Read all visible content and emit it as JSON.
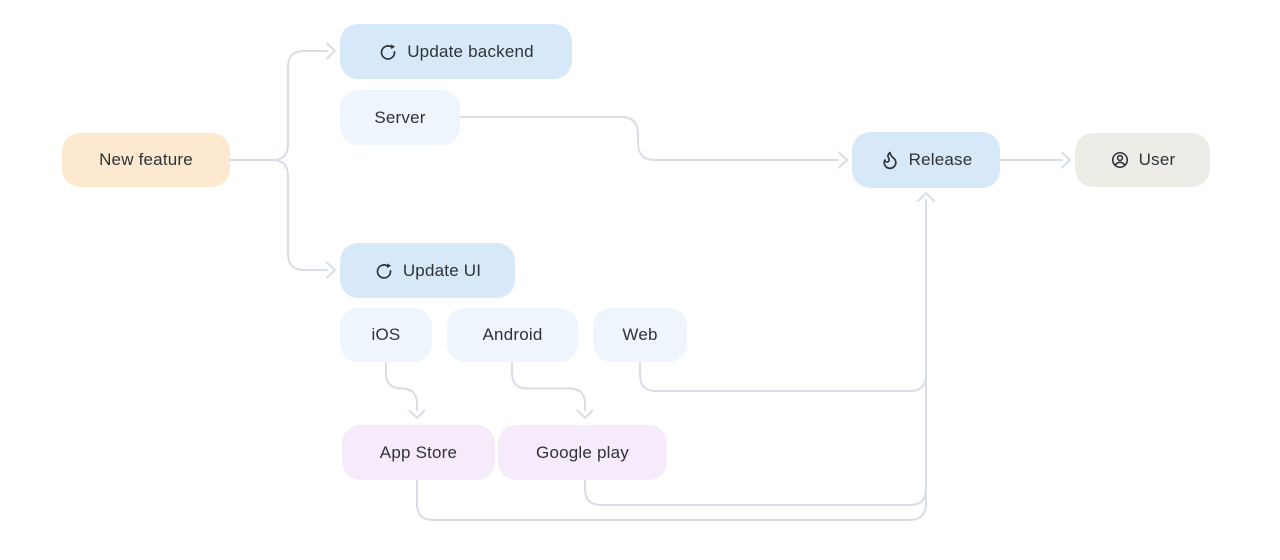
{
  "diagram": {
    "type": "flowchart",
    "colors": {
      "background": "#ffffff",
      "edge": "#d8dde6",
      "text": "#2f3237",
      "node_blue": "#d7e9f8",
      "node_blue_light": "#eef5fc",
      "node_peach": "#fce9cf",
      "node_pink": "#f6ebfa",
      "node_gray": "#eeece7"
    },
    "nodes": {
      "new_feature": {
        "label": "New feature",
        "bg": "#fce9cf",
        "icon": null
      },
      "update_backend": {
        "label": "Update backend",
        "bg": "#d7e9f8",
        "icon": "refresh-icon"
      },
      "server": {
        "label": "Server",
        "bg": "#eef5fc",
        "icon": null
      },
      "update_ui": {
        "label": "Update UI",
        "bg": "#d7e9f8",
        "icon": "refresh-icon"
      },
      "ios": {
        "label": "iOS",
        "bg": "#eef5fc",
        "icon": null
      },
      "android": {
        "label": "Android",
        "bg": "#eef5fc",
        "icon": null
      },
      "web": {
        "label": "Web",
        "bg": "#eef5fc",
        "icon": null
      },
      "app_store": {
        "label": "App Store",
        "bg": "#f6ebfa",
        "icon": null
      },
      "google_play": {
        "label": "Google play",
        "bg": "#f6ebfa",
        "icon": null
      },
      "release": {
        "label": "Release",
        "bg": "#d7e9f8",
        "icon": "flame-icon"
      },
      "user": {
        "label": "User",
        "bg": "#eeece7",
        "icon": "user-circle-icon"
      }
    },
    "edges": [
      {
        "from": "new_feature",
        "to": "update_backend",
        "arrow": true
      },
      {
        "from": "new_feature",
        "to": "update_ui",
        "arrow": true
      },
      {
        "from": "server",
        "to": "release",
        "arrow": true
      },
      {
        "from": "release",
        "to": "user",
        "arrow": true
      },
      {
        "from": "ios",
        "to": "app_store",
        "arrow": true
      },
      {
        "from": "android",
        "to": "google_play",
        "arrow": true
      },
      {
        "from": "web",
        "to": "release",
        "arrow": false
      },
      {
        "from": "google_play",
        "to": "release",
        "arrow": false
      },
      {
        "from": "app_store",
        "to": "release",
        "arrow": true
      }
    ]
  }
}
